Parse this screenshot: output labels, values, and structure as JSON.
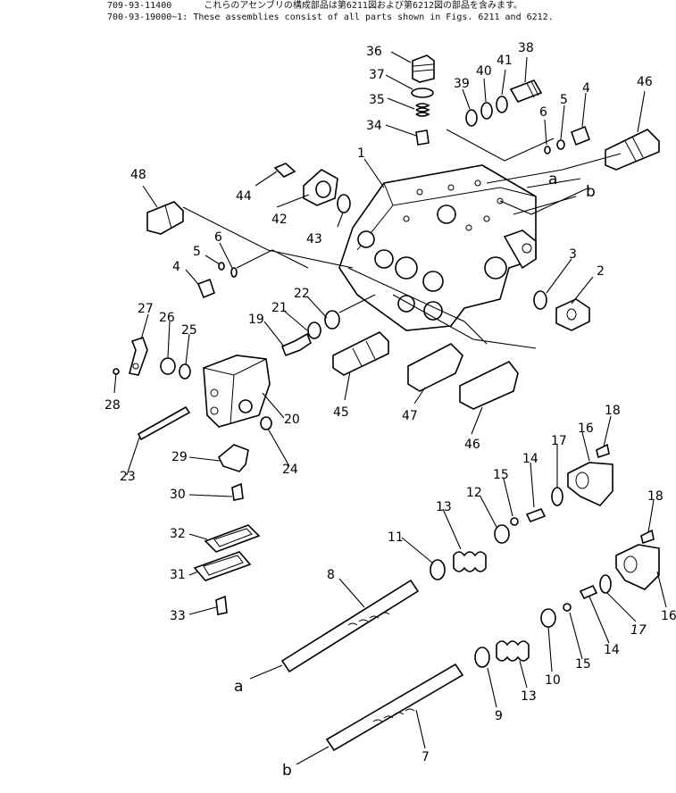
{
  "header": {
    "line1_code": "709-93-11400",
    "line1_text": "これらのアセンブリの構成部品は第6211図および第6212図の部品を含みます。",
    "line2_code": "700-93-19000~1",
    "line2_text": ": These assemblies consist of all parts shown in Figs. 6211 and 6212."
  },
  "callouts": {
    "c1": "1",
    "c2": "2",
    "c3": "3",
    "c4a": "4",
    "c4b": "4",
    "c5a": "5",
    "c5b": "5",
    "c6a": "6",
    "c6b": "6",
    "c7": "7",
    "c8": "8",
    "c9": "9",
    "c10": "10",
    "c11": "11",
    "c12": "12",
    "c13a": "13",
    "c13b": "13",
    "c14a": "14",
    "c14b": "14",
    "c15a": "15",
    "c15b": "15",
    "c16a": "16",
    "c16b": "16",
    "c17a": "17",
    "c17b": "17",
    "c18a": "18",
    "c18b": "18",
    "c19": "19",
    "c20": "20",
    "c21": "21",
    "c22": "22",
    "c23": "23",
    "c24": "24",
    "c25": "25",
    "c26": "26",
    "c27": "27",
    "c28": "28",
    "c29": "29",
    "c30": "30",
    "c31": "31",
    "c32": "32",
    "c33": "33",
    "c34": "34",
    "c35": "35",
    "c36": "36",
    "c37": "37",
    "c38": "38",
    "c39": "39",
    "c40": "40",
    "c41": "41",
    "c42": "42",
    "c43": "43",
    "c44": "44",
    "c45": "45",
    "c46a": "46",
    "c46b": "46",
    "c47": "47",
    "c48": "48"
  },
  "refs": {
    "a_top": "a",
    "b_top": "b",
    "a_bottom": "a",
    "b_bottom": "b"
  }
}
